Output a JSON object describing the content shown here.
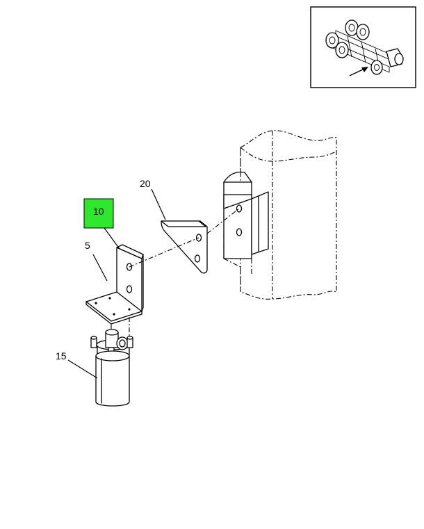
{
  "callouts": {
    "c5": "5",
    "c10": "10",
    "c15": "15",
    "c20": "20"
  },
  "highlight": {
    "color": "#2ee82e",
    "part": "10"
  },
  "locator_icon": "truck-chassis-locator-icon"
}
